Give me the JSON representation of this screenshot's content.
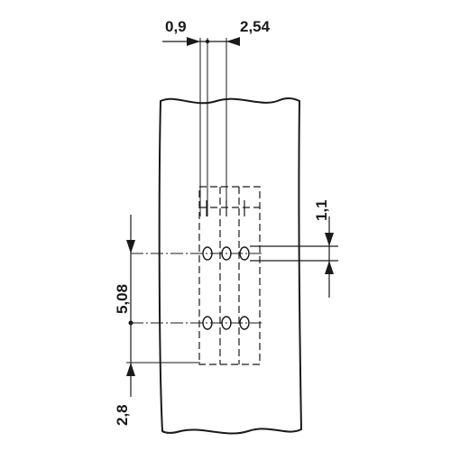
{
  "drawing": {
    "dimensions": {
      "pin_width": "0,9",
      "pitch": "2,54",
      "hole_diameter": "1,1",
      "row_spacing": "5,08",
      "edge_distance": "2,8"
    }
  }
}
